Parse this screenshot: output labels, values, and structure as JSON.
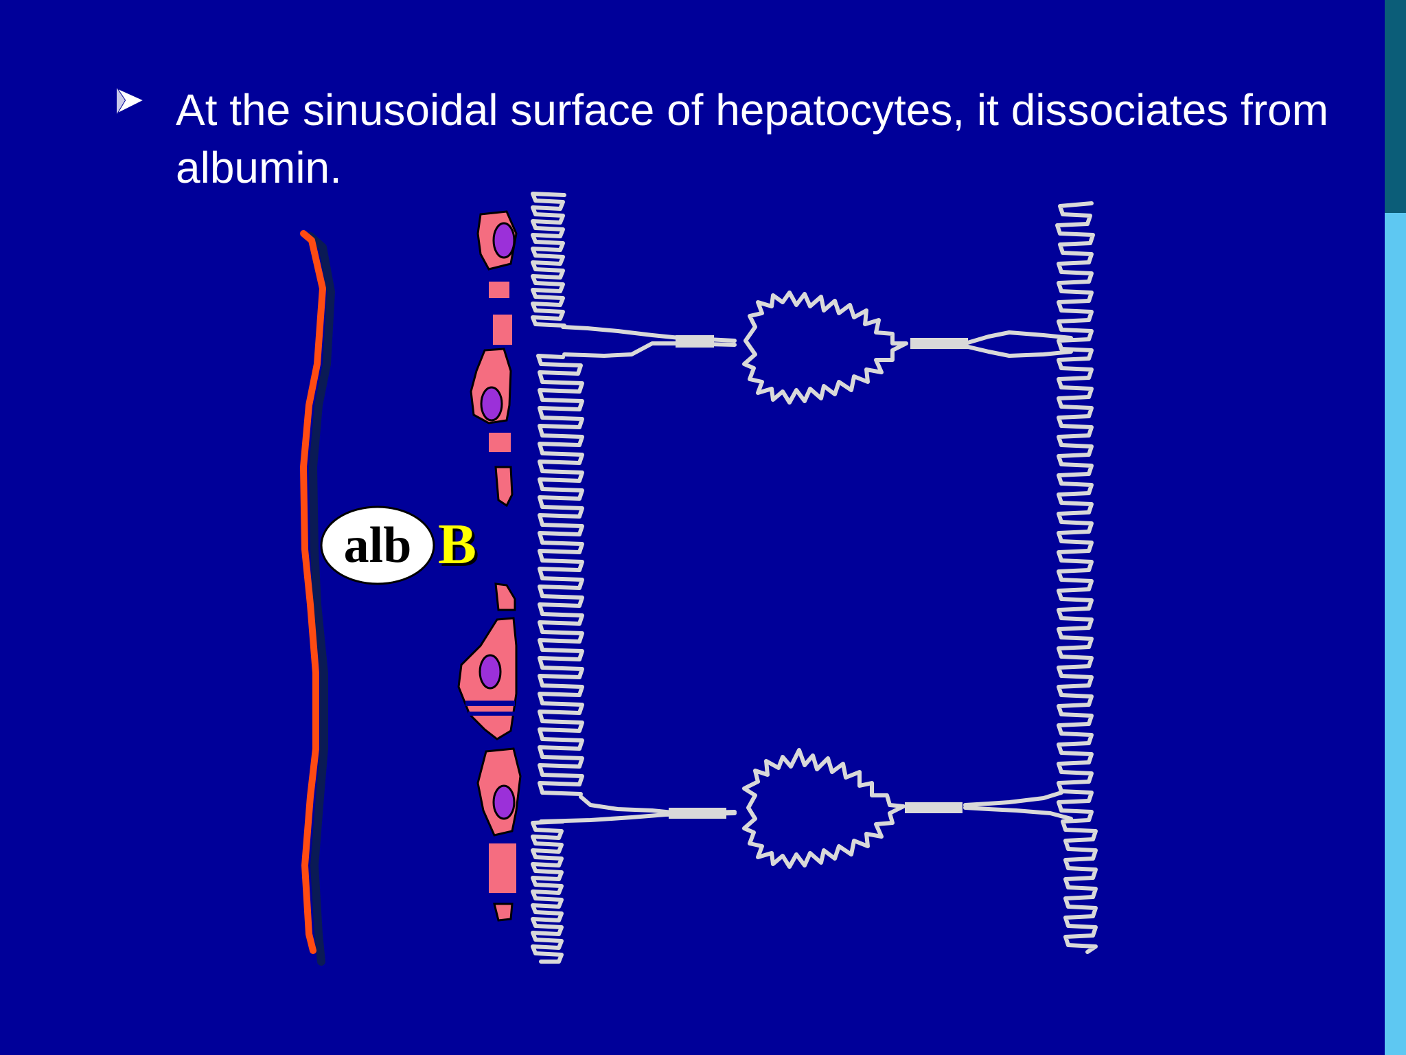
{
  "slide": {
    "bullet_icon": "arrowhead-bullet-icon",
    "bullet_text": "At the sinusoidal surface of hepatocytes, it dissociates from albumin."
  },
  "diagram": {
    "albumin_label": "alb",
    "bilirubin_label": "B"
  },
  "colors": {
    "background": "#000099",
    "sinusoid_wall": "#ff4b12",
    "endothelial_cell": "#f56d80",
    "nucleus": "#9b30d9",
    "hepatocyte_membrane": "#d9d9d9",
    "bilirubin": "#ffff00",
    "accent_dark": "#0b5d78",
    "accent_light": "#5ec8f2"
  }
}
